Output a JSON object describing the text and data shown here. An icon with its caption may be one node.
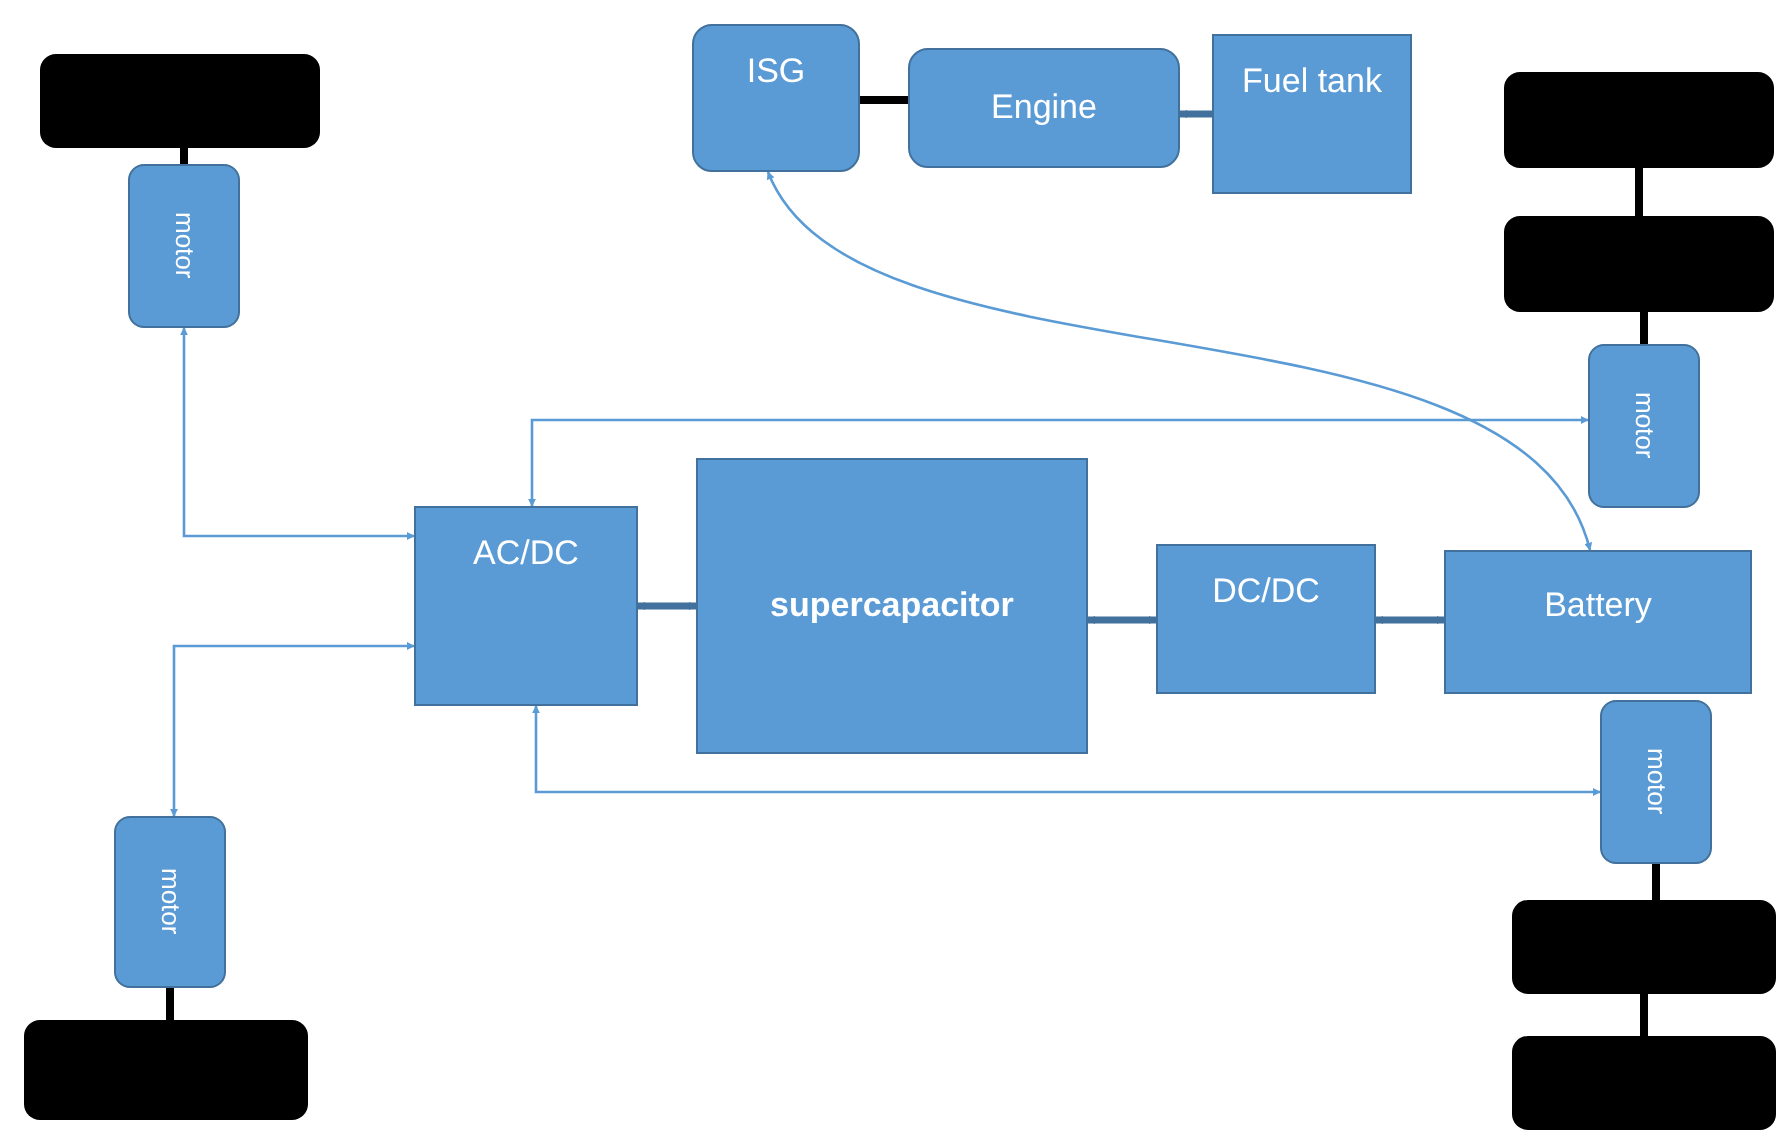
{
  "diagram": {
    "nodes": [
      {
        "text": [],
        "shape": "box"
      },
      {
        "text": [
          "motor"
        ]
      },
      {
        "text": [
          "ISG"
        ]
      },
      {
        "text": [
          "Engine"
        ]
      },
      {
        "text": [
          "Fuel tank"
        ]
      },
      {
        "text": [],
        "shape": "box"
      },
      {
        "text": [],
        "shape": "box"
      },
      {
        "text": [
          "motor"
        ]
      },
      {
        "text": [
          "AC/DC"
        ]
      },
      {
        "text": [
          "supercapacitor"
        ]
      },
      {
        "text": [
          "DC/DC"
        ]
      },
      {
        "text": [
          "Battery"
        ]
      },
      {
        "text": [
          "motor"
        ]
      },
      {
        "text": [],
        "shape": "box"
      },
      {
        "text": [],
        "shape": "box"
      },
      {
        "text": [
          "motor"
        ]
      },
      {
        "text": [],
        "shape": "box"
      }
    ],
    "edges": [
      {
        "from": 0,
        "to": 1,
        "arrow": "none",
        "color": "#000000"
      },
      {
        "from": 8,
        "to": 1,
        "arrow": "both",
        "color": "#5b9bd5"
      },
      {
        "from": 8,
        "to": 15,
        "arrow": "both",
        "color": "#5b9bd5"
      },
      {
        "from": 8,
        "to": 7,
        "arrow": "both",
        "color": "#5b9bd5"
      },
      {
        "from": 8,
        "to": 12,
        "arrow": "both",
        "color": "#5b9bd5"
      },
      {
        "from": 8,
        "to": 9,
        "arrow": "both",
        "color": "#41719c"
      },
      {
        "from": 9,
        "to": 10,
        "arrow": "both",
        "color": "#41719c"
      },
      {
        "from": 10,
        "to": 11,
        "arrow": "both",
        "color": "#41719c"
      },
      {
        "from": 2,
        "to": 11,
        "arrow": "both",
        "color": "#5b9bd5"
      },
      {
        "from": 2,
        "to": 3,
        "arrow": "none",
        "color": "#000000"
      },
      {
        "from": 4,
        "to": 3,
        "arrow": "to",
        "color": "#41719c"
      },
      {
        "from": 5,
        "to": 6,
        "arrow": "none",
        "color": "#000000"
      },
      {
        "from": 6,
        "to": 7,
        "arrow": "none",
        "color": "#000000"
      },
      {
        "from": 12,
        "to": 13,
        "arrow": "none",
        "color": "#000000"
      },
      {
        "from": 13,
        "to": 14,
        "arrow": "none",
        "color": "#000000"
      },
      {
        "from": 15,
        "to": 16,
        "arrow": "none",
        "color": "#000000"
      }
    ]
  }
}
